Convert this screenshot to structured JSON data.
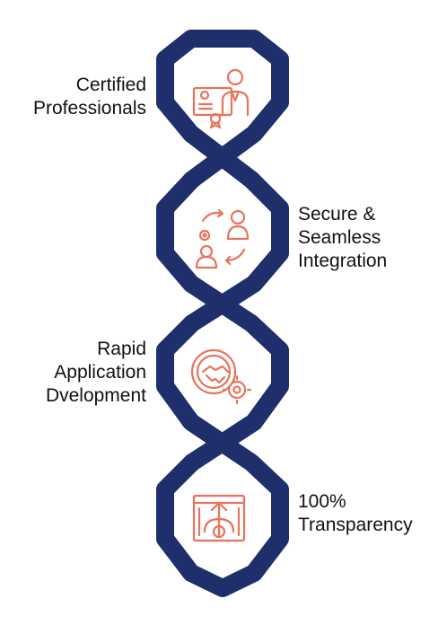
{
  "colors": {
    "chain": "#1e2f6b",
    "icon": "#e8735c",
    "text": "#111111",
    "background": "#ffffff"
  },
  "steps": [
    {
      "lines": [
        "Certified",
        "Professionals"
      ],
      "icon": "certified-professional-icon"
    },
    {
      "lines": [
        "Secure &",
        "Seamless",
        "Integration"
      ],
      "icon": "user-exchange-icon"
    },
    {
      "lines": [
        "Rapid",
        "Application",
        "Dvelopment"
      ],
      "icon": "handshake-gear-icon"
    },
    {
      "lines": [
        "100%",
        "Transparency"
      ],
      "icon": "upload-gear-window-icon"
    }
  ]
}
